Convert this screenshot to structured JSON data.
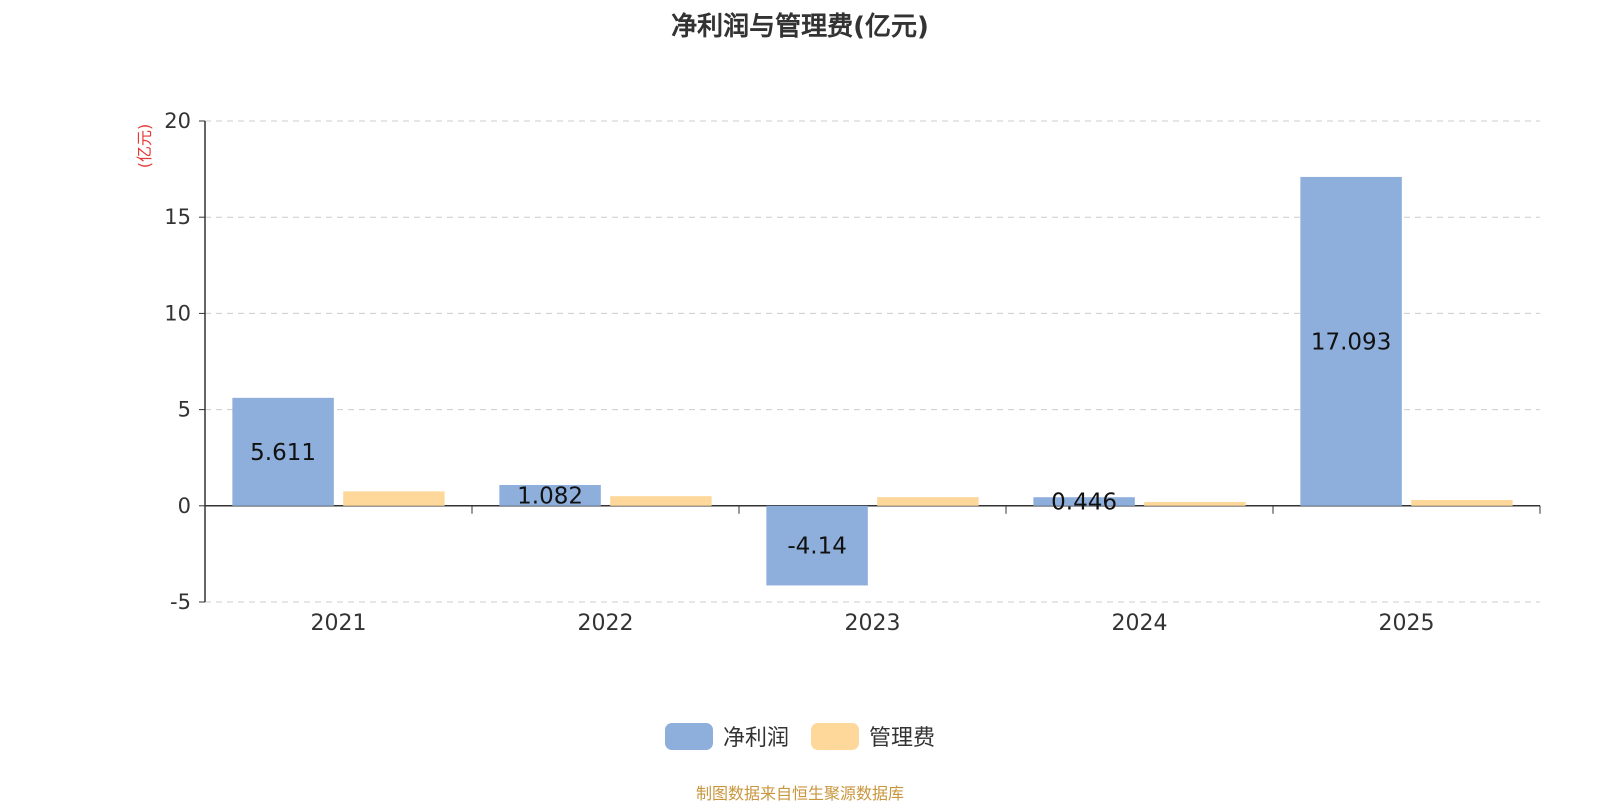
{
  "chart_data": {
    "type": "bar",
    "title": "净利润与管理费(亿元)",
    "ylabel": "(亿元)",
    "xlabel": "",
    "categories": [
      "2021",
      "2022",
      "2023",
      "2024",
      "2025"
    ],
    "ylim": [
      -5,
      20
    ],
    "yticks": [
      -5,
      0,
      5,
      10,
      15,
      20
    ],
    "grid": true,
    "legend_position": "bottom-center",
    "series": [
      {
        "name": "净利润",
        "color": "#8eaedb",
        "values": [
          5.611,
          1.082,
          -4.14,
          0.446,
          17.093
        ],
        "labels": [
          "5.611",
          "1.082",
          "-4.14",
          "0.446",
          "17.093"
        ]
      },
      {
        "name": "管理费",
        "color": "#fdd89a",
        "values": [
          0.75,
          0.5,
          0.45,
          0.2,
          0.3
        ]
      }
    ]
  },
  "footer": {
    "source": "制图数据来自恒生聚源数据库"
  }
}
